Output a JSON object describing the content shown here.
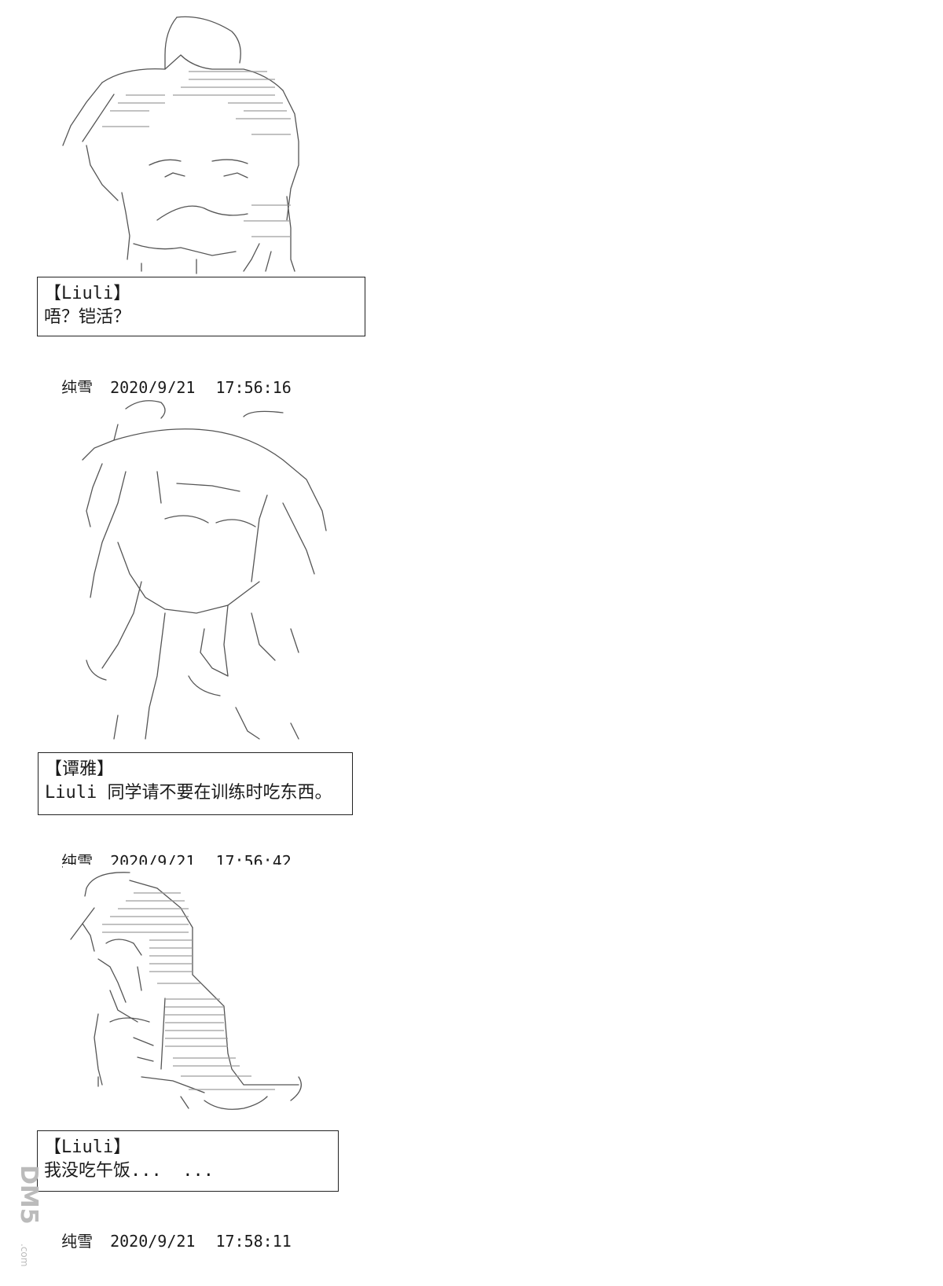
{
  "posts": [
    {
      "speaker": "【Liuli】",
      "text": "唔？铠活？",
      "author": "纯雪",
      "date": "2020/9/21",
      "time": "17:56:16"
    },
    {
      "speaker": "【谭雅】",
      "text": "Liuli 同学请不要在训练时吃东西。",
      "author": "纯雪",
      "date": "2020/9/21",
      "time": "17:56:42"
    },
    {
      "speaker": "【Liuli】",
      "text": "我没吃午饭...  ...",
      "author": "纯雪",
      "date": "2020/9/21",
      "time": "17:58:11"
    }
  ],
  "watermark": {
    "text": "DM5",
    "subtext": ".com"
  },
  "colors": {
    "ink": "#1a1a1a",
    "art_line": "#555555",
    "art_dots": "#9a9a9a",
    "watermark": "#bbbbbb"
  }
}
